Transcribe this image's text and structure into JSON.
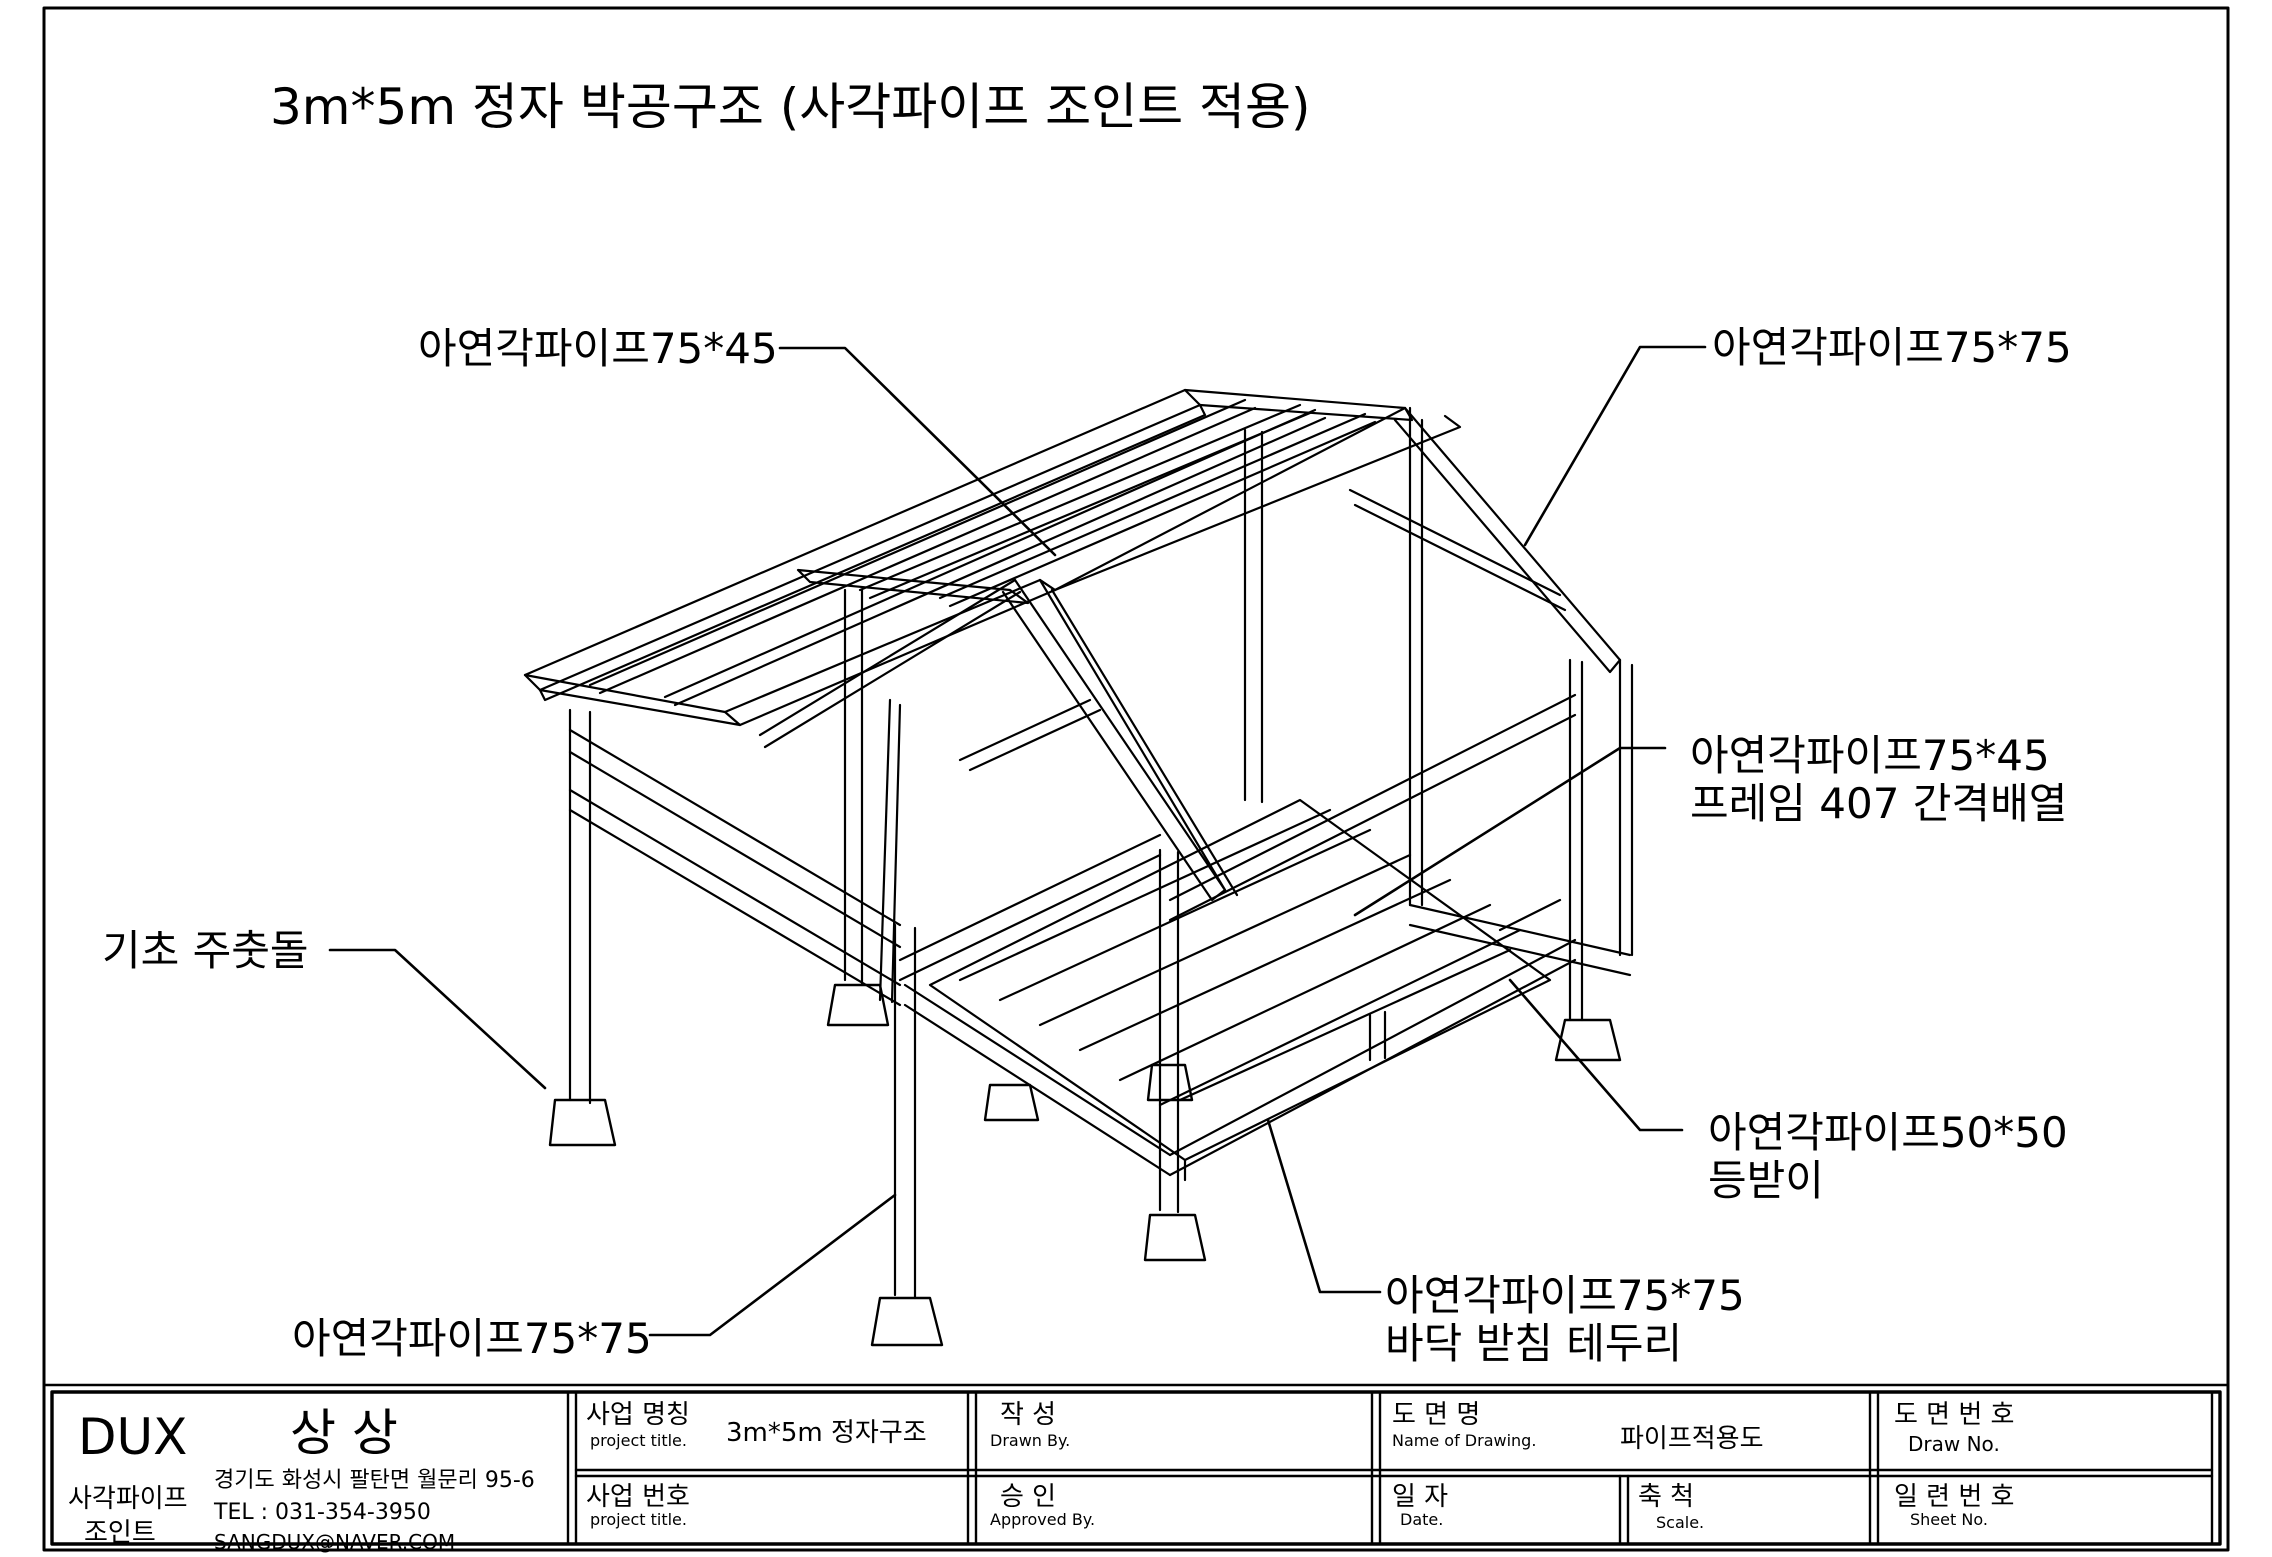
{
  "title": "3m*5m 정자 박공구조 (사각파이프 조인트 적용)",
  "callouts": {
    "top_left": "아연각파이프75*45",
    "top_right": "아연각파이프75*75",
    "mid_right_1": "아연각파이프75*45",
    "mid_right_2": "프레임 407 간격배열",
    "left": "기초 주춧돌",
    "bottom_right_1": "아연각파이프50*50",
    "bottom_right_2": "등받이",
    "bottom_left": "아연각파이프75*75",
    "bottom_center_1": "아연각파이프75*75",
    "bottom_center_2": "바닥 받침 테두리"
  },
  "title_block": {
    "brand": "DUX",
    "company": "상 상",
    "product_line_1": "사각파이프",
    "product_line_2": "조인트",
    "address": "경기도 화성시 팔탄면 월문리 95-6",
    "tel": "TEL : 031-354-3950",
    "email": "SANGDUX@NAVER.COM",
    "project_name_label": "사업 명칭",
    "project_name_sub": "project title.",
    "project_name_value": "3m*5m 정자구조",
    "project_no_label": "사업 번호",
    "project_no_sub": "project title.",
    "drawn_label": "작 성",
    "drawn_sub": "Drawn By.",
    "approved_label": "승 인",
    "approved_sub": "Approved By.",
    "drawing_name_label": "도 면 명",
    "drawing_name_sub": "Name of Drawing.",
    "drawing_name_value": "파이프적용도",
    "date_label": "일 자",
    "date_sub": "Date.",
    "scale_label": "축 척",
    "scale_sub": "Scale.",
    "draw_no_label": "도 면 번 호",
    "draw_no_sub": "Draw No.",
    "sheet_no_label": "일 련 번 호",
    "sheet_no_sub": "Sheet No."
  }
}
